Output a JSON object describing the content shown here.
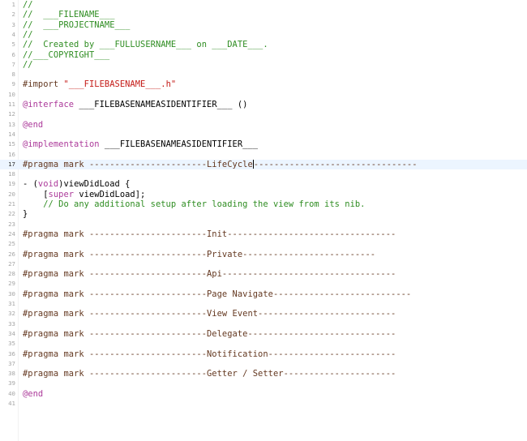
{
  "editor": {
    "language": "objective-c",
    "current_line": 17,
    "colors": {
      "comment": "#2f8d22",
      "keyword": "#ac3a9a",
      "string": "#c41a16",
      "pragma": "#643820",
      "plain": "#000000",
      "line_number": "#a6a6a6",
      "current_line_highlight": "#ecf5ff"
    },
    "lines": [
      {
        "n": "1",
        "tokens": [
          {
            "t": "//",
            "c": "comment"
          }
        ]
      },
      {
        "n": "2",
        "tokens": [
          {
            "t": "//  ___FILENAME___",
            "c": "comment"
          }
        ]
      },
      {
        "n": "3",
        "tokens": [
          {
            "t": "//  ___PROJECTNAME___",
            "c": "comment"
          }
        ]
      },
      {
        "n": "4",
        "tokens": [
          {
            "t": "//",
            "c": "comment"
          }
        ]
      },
      {
        "n": "5",
        "tokens": [
          {
            "t": "//  Created by ___FULLUSERNAME___ on ___DATE___.",
            "c": "comment"
          }
        ]
      },
      {
        "n": "6",
        "tokens": [
          {
            "t": "//___COPYRIGHT___",
            "c": "comment"
          }
        ]
      },
      {
        "n": "7",
        "tokens": [
          {
            "t": "//",
            "c": "comment"
          }
        ]
      },
      {
        "n": "8",
        "tokens": []
      },
      {
        "n": "9",
        "tokens": [
          {
            "t": "#import ",
            "c": "pragma"
          },
          {
            "t": "\"___FILEBASENAME___.h\"",
            "c": "string"
          }
        ]
      },
      {
        "n": "10",
        "tokens": []
      },
      {
        "n": "11",
        "tokens": [
          {
            "t": "@interface",
            "c": "keyword"
          },
          {
            "t": " ___FILEBASENAMEASIDENTIFIER___ ()",
            "c": "plain"
          }
        ]
      },
      {
        "n": "12",
        "tokens": []
      },
      {
        "n": "13",
        "tokens": [
          {
            "t": "@end",
            "c": "keyword"
          }
        ]
      },
      {
        "n": "14",
        "tokens": []
      },
      {
        "n": "15",
        "tokens": [
          {
            "t": "@implementation",
            "c": "keyword"
          },
          {
            "t": " ___FILEBASENAMEASIDENTIFIER___",
            "c": "plain"
          }
        ]
      },
      {
        "n": "16",
        "tokens": []
      },
      {
        "n": "17",
        "tokens": [
          {
            "t": "#pragma mark -----------------------LifeCycle",
            "c": "pragma"
          },
          {
            "t": "",
            "c": "caret"
          },
          {
            "t": "--------------------------------",
            "c": "pragma"
          }
        ]
      },
      {
        "n": "18",
        "tokens": []
      },
      {
        "n": "19",
        "tokens": [
          {
            "t": "- (",
            "c": "plain"
          },
          {
            "t": "void",
            "c": "keyword"
          },
          {
            "t": ")viewDidLoad {",
            "c": "plain"
          }
        ]
      },
      {
        "n": "20",
        "tokens": [
          {
            "t": "    [",
            "c": "plain"
          },
          {
            "t": "super",
            "c": "keyword"
          },
          {
            "t": " viewDidLoad];",
            "c": "plain"
          }
        ]
      },
      {
        "n": "21",
        "tokens": [
          {
            "t": "    // Do any additional setup after loading the view from its nib.",
            "c": "comment"
          }
        ]
      },
      {
        "n": "22",
        "tokens": [
          {
            "t": "}",
            "c": "plain"
          }
        ]
      },
      {
        "n": "23",
        "tokens": []
      },
      {
        "n": "24",
        "tokens": [
          {
            "t": "#pragma mark -----------------------Init---------------------------------",
            "c": "pragma"
          }
        ]
      },
      {
        "n": "25",
        "tokens": []
      },
      {
        "n": "26",
        "tokens": [
          {
            "t": "#pragma mark -----------------------Private--------------------------",
            "c": "pragma"
          }
        ]
      },
      {
        "n": "27",
        "tokens": []
      },
      {
        "n": "28",
        "tokens": [
          {
            "t": "#pragma mark -----------------------Api----------------------------------",
            "c": "pragma"
          }
        ]
      },
      {
        "n": "29",
        "tokens": []
      },
      {
        "n": "30",
        "tokens": [
          {
            "t": "#pragma mark -----------------------Page Navigate---------------------------",
            "c": "pragma"
          }
        ]
      },
      {
        "n": "31",
        "tokens": []
      },
      {
        "n": "32",
        "tokens": [
          {
            "t": "#pragma mark -----------------------View Event---------------------------",
            "c": "pragma"
          }
        ]
      },
      {
        "n": "33",
        "tokens": []
      },
      {
        "n": "34",
        "tokens": [
          {
            "t": "#pragma mark -----------------------Delegate-----------------------------",
            "c": "pragma"
          }
        ]
      },
      {
        "n": "35",
        "tokens": []
      },
      {
        "n": "36",
        "tokens": [
          {
            "t": "#pragma mark -----------------------Notification-------------------------",
            "c": "pragma"
          }
        ]
      },
      {
        "n": "37",
        "tokens": []
      },
      {
        "n": "38",
        "tokens": [
          {
            "t": "#pragma mark -----------------------Getter / Setter----------------------",
            "c": "pragma"
          }
        ]
      },
      {
        "n": "39",
        "tokens": []
      },
      {
        "n": "40",
        "tokens": [
          {
            "t": "@end",
            "c": "keyword"
          }
        ]
      },
      {
        "n": "41",
        "tokens": []
      }
    ]
  }
}
